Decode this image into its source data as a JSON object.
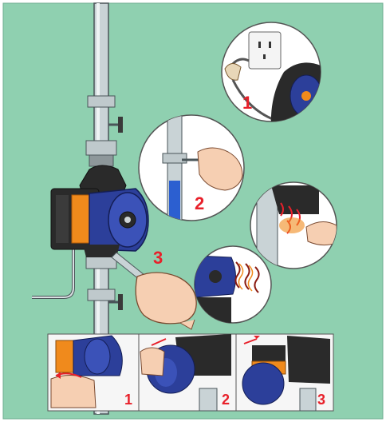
{
  "colors": {
    "background": "#8fd0b0",
    "pipe": "#c9d3d6",
    "pump_blue": "#2c3f9a",
    "pump_black": "#2a2a2a",
    "orange": "#f08a1c",
    "step_red": "#e8202a",
    "skin": "#f6cfb2"
  },
  "steps": {
    "top": [
      "1",
      "2",
      "3"
    ],
    "bottom": [
      "1",
      "2",
      "3"
    ]
  },
  "icons": [
    "power-socket-icon",
    "plug-icon",
    "hand-icon",
    "allen-key-icon",
    "heat-icon",
    "arrow-icon"
  ]
}
